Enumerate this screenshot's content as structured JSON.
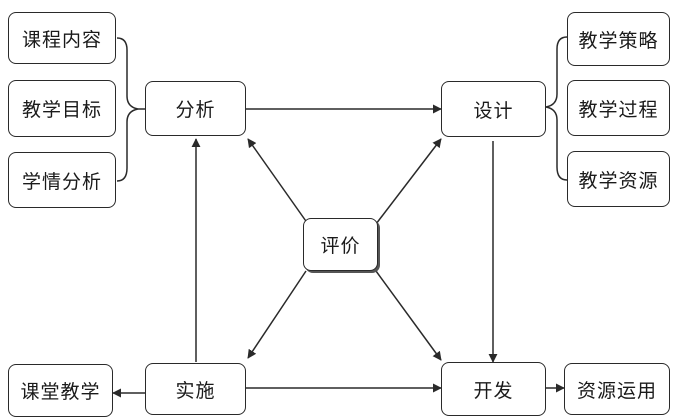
{
  "nodes": {
    "analysis": "分析",
    "design": "设计",
    "development": "开发",
    "implementation": "实施",
    "evaluation": "评价"
  },
  "analysis_inputs": [
    "课程内容",
    "教学目标",
    "学情分析"
  ],
  "design_outputs": [
    "教学策略",
    "教学过程",
    "教学资源"
  ],
  "implementation_output": "课堂教学",
  "development_output": "资源运用"
}
